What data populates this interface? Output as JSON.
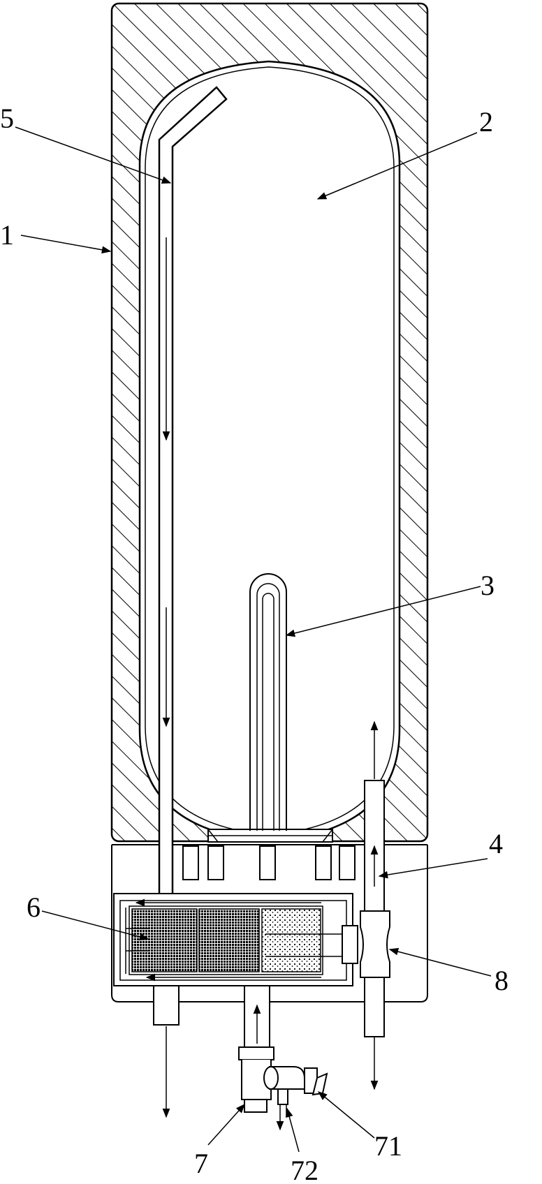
{
  "labels": {
    "housing": "1",
    "inner_tank": "2",
    "heating_element": "3",
    "outlet_pipe": "4",
    "inlet_pipe": "5",
    "filter_unit": "6",
    "drain_assembly": "7",
    "drain_valve": "71",
    "drain_outlet": "72",
    "three_way_joint": "8"
  },
  "colors": {
    "stroke": "#000000",
    "background": "#ffffff"
  }
}
